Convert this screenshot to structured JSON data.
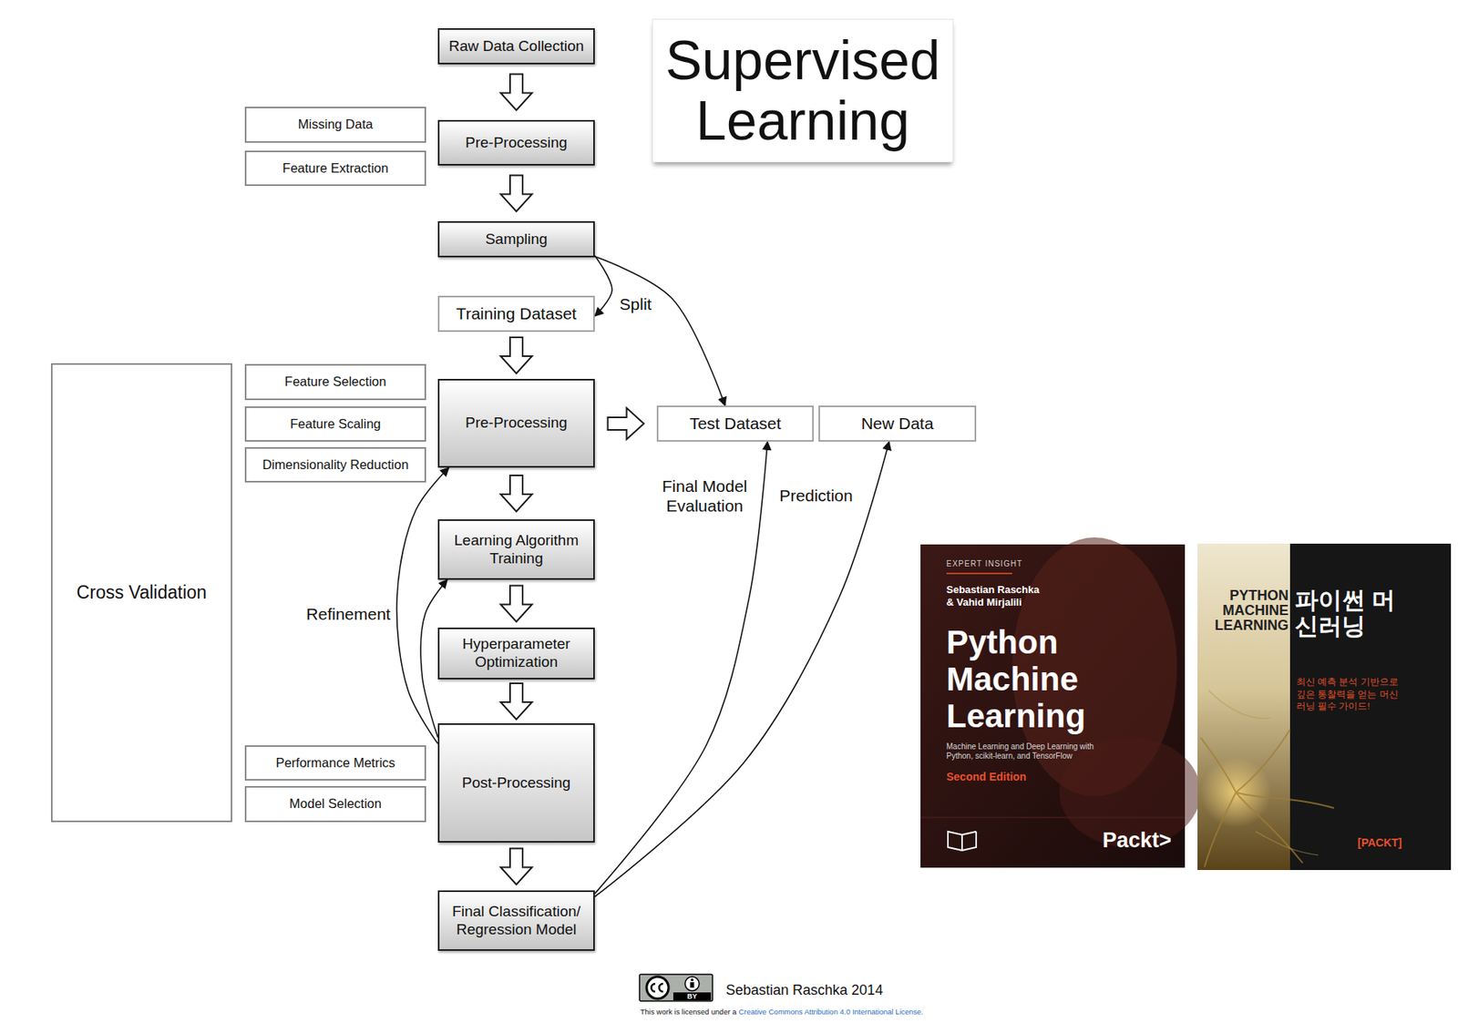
{
  "diagram": {
    "title": "Supervised Learning",
    "nodes": [
      {
        "text": [
          "Raw Data Collection"
        ]
      },
      {
        "text": [
          "Missing Data"
        ]
      },
      {
        "text": [
          "Feature Extraction"
        ]
      },
      {
        "text": [
          "Pre-Processing"
        ]
      },
      {
        "text": [
          "Sampling"
        ]
      },
      {
        "text": [
          "Training Dataset"
        ]
      },
      {
        "text": [
          "Cross Validation"
        ]
      },
      {
        "text": [
          "Feature Selection"
        ]
      },
      {
        "text": [
          "Feature Scaling"
        ]
      },
      {
        "text": [
          "Dimensionality Reduction"
        ]
      },
      {
        "text": [
          "Pre-Processing"
        ]
      },
      {
        "text": [
          "Test Dataset"
        ]
      },
      {
        "text": [
          "New Data"
        ]
      },
      {
        "text": [
          "Learning Algorithm Training"
        ]
      },
      {
        "text": [
          "Hyperparameter Optimization"
        ]
      },
      {
        "text": [
          "Performance Metrics"
        ]
      },
      {
        "text": [
          "Model Selection"
        ]
      },
      {
        "text": [
          "Post-Processing"
        ]
      },
      {
        "text": [
          "Final Classification/ Regression Model"
        ]
      }
    ],
    "edges": [
      {
        "from": 0,
        "to": 3,
        "arrow": "to"
      },
      {
        "from": 3,
        "to": 4,
        "arrow": "to"
      },
      {
        "from": 4,
        "to": 5,
        "label": "Split",
        "arrow": "to"
      },
      {
        "from": 4,
        "to": 11,
        "arrow": "to"
      },
      {
        "from": 5,
        "to": 10,
        "arrow": "to"
      },
      {
        "from": 10,
        "to": 11,
        "arrow": "to"
      },
      {
        "from": 10,
        "to": 13,
        "arrow": "to"
      },
      {
        "from": 13,
        "to": 14,
        "arrow": "to"
      },
      {
        "from": 14,
        "to": 17,
        "arrow": "to"
      },
      {
        "from": 17,
        "to": 18,
        "arrow": "to"
      },
      {
        "from": 17,
        "to": 10,
        "label": "Refinement",
        "arrow": "to"
      },
      {
        "from": 17,
        "to": 13,
        "arrow": "to"
      },
      {
        "from": 18,
        "to": 11,
        "label": "Final Model Evaluation",
        "arrow": "to"
      },
      {
        "from": 18,
        "to": 12,
        "label": "Prediction",
        "arrow": "to"
      }
    ],
    "labels": [
      "Sebastian Raschka 2014",
      "This work is licensed under a",
      "Creative Commons Attribution 4.0 International License.",
      "BY",
      "EXPERT INSIGHT",
      "Sebastian Raschka & Vahid Mirjalili",
      "Python Machine Learning",
      "Machine Learning and Deep Learning with Python, scikit-learn, and TensorFlow",
      "Second Edition",
      "Packt>",
      "PYTHON MACHINE LEARNING",
      "파이썬 머신러닝",
      "최신 예측 분석 기반으로 깊은 통찰력을 얻는 머신러닝 필수 가이드!",
      "[PACKT]"
    ]
  }
}
